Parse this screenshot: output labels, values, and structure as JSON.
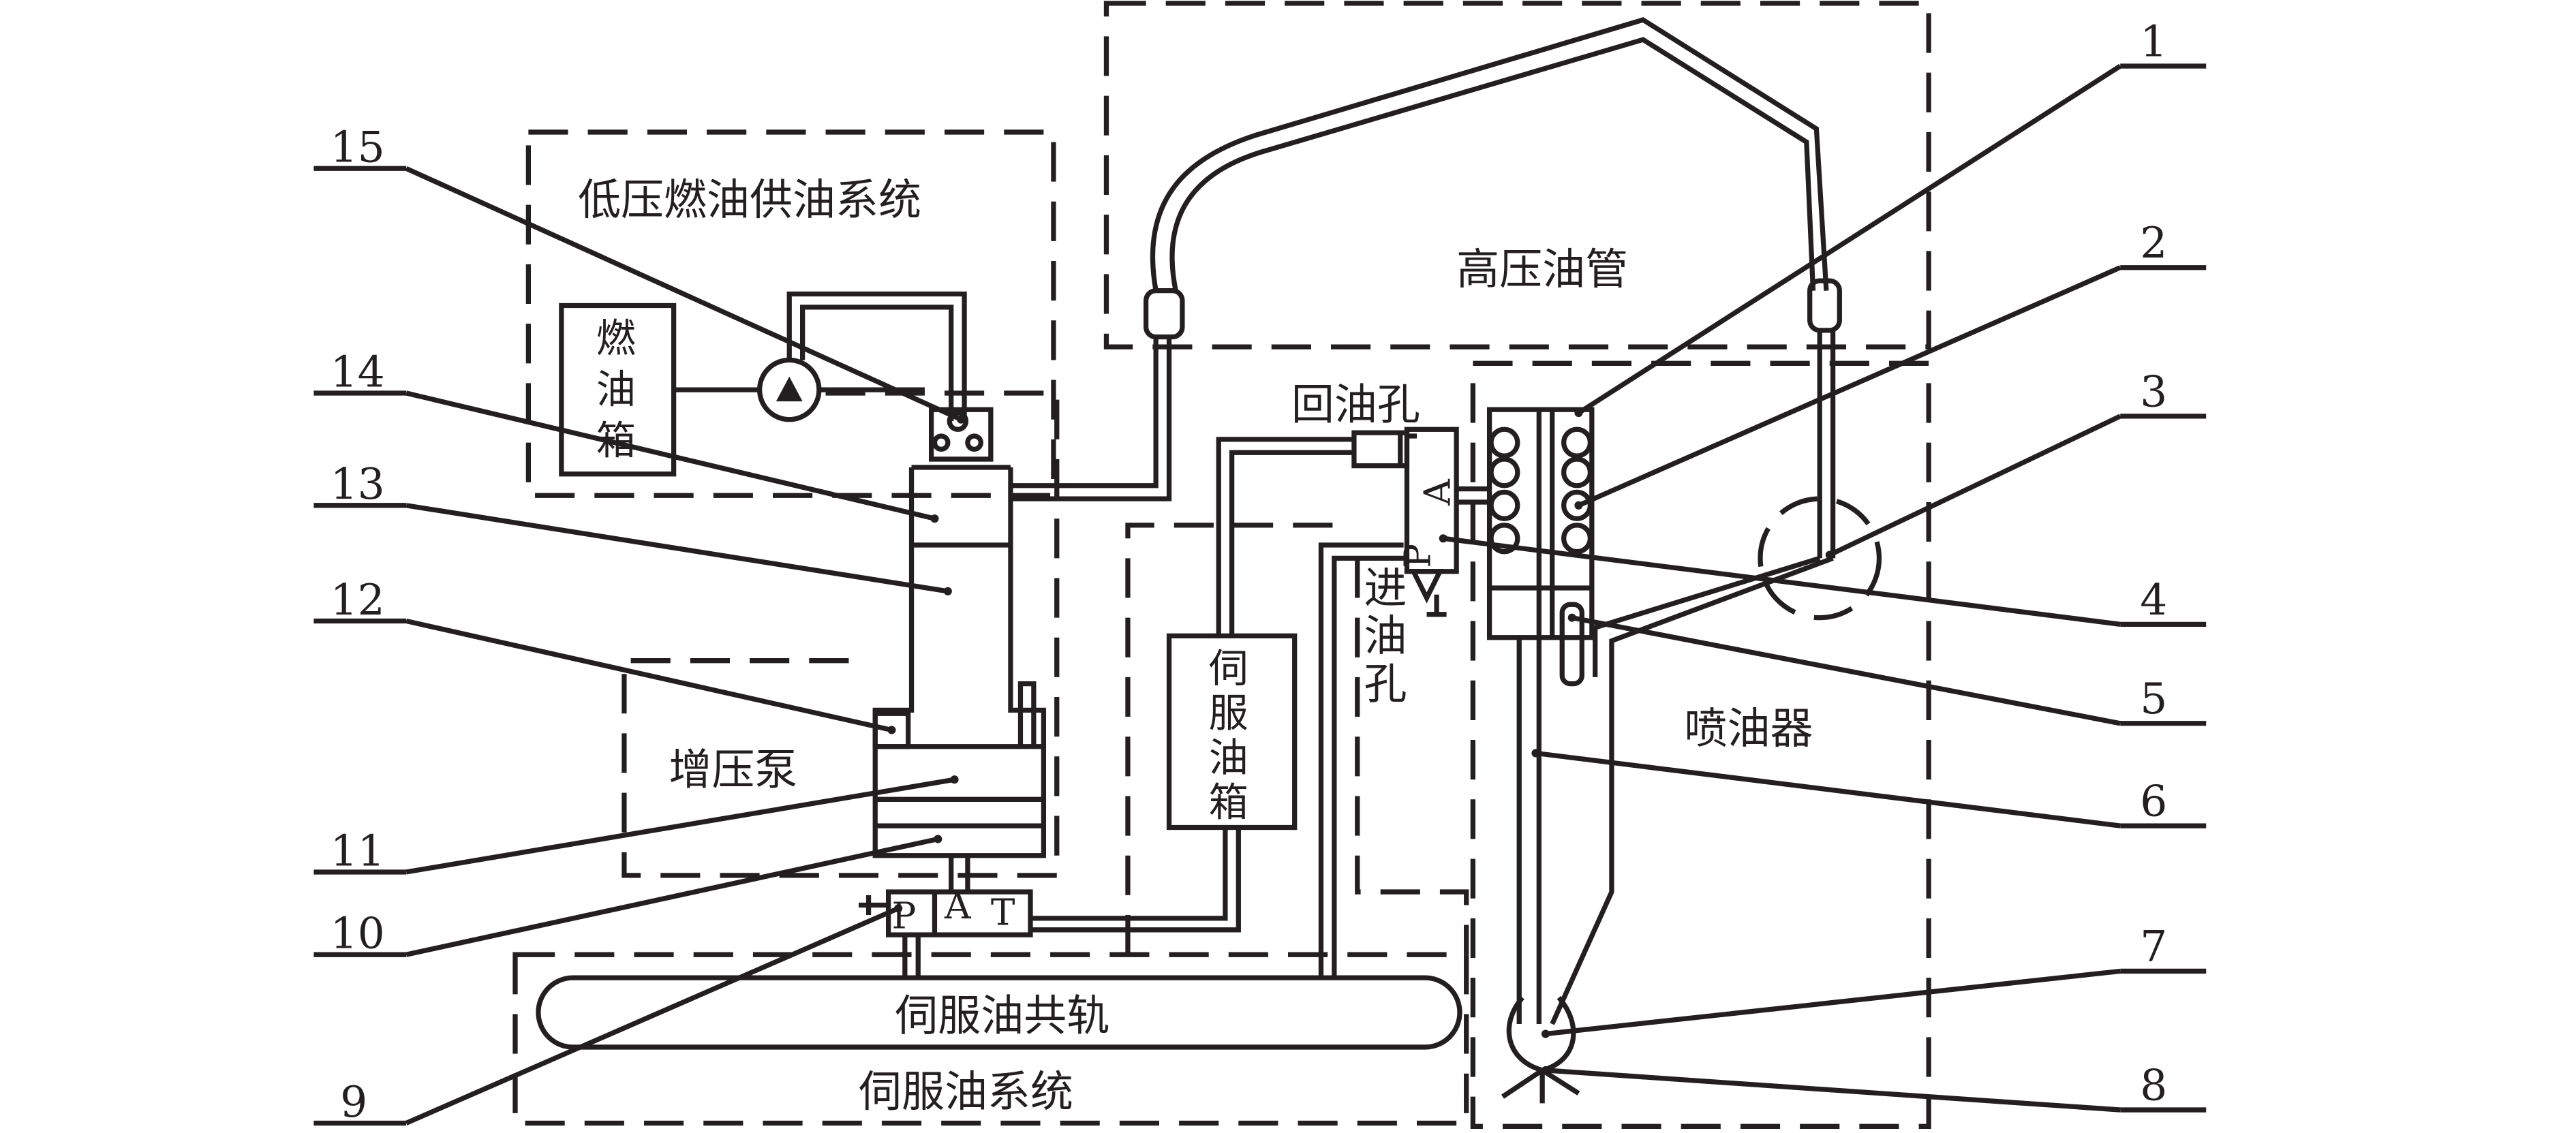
{
  "diagram": {
    "regions": {
      "low_pressure_supply": "低压燃油供油系统",
      "high_pressure_pipe": "高压油管",
      "booster_pump": "增压泵",
      "injector": "喷油器",
      "servo_oil_system": "伺服油系统"
    },
    "components": {
      "fuel_tank": [
        "燃",
        "油",
        "箱"
      ],
      "servo_tank": [
        "伺",
        "服",
        "油",
        "箱"
      ],
      "servo_rail": "伺服油共轨",
      "return_port": "回油孔",
      "inlet_port": [
        "进",
        "油",
        "孔"
      ]
    },
    "valve_ports": {
      "booster_valve": [
        "P",
        "A",
        "T"
      ],
      "injector_valve": [
        "P",
        "A"
      ]
    },
    "callouts": [
      "1",
      "2",
      "3",
      "4",
      "5",
      "6",
      "7",
      "8",
      "9",
      "10",
      "11",
      "12",
      "13",
      "14",
      "15"
    ]
  }
}
